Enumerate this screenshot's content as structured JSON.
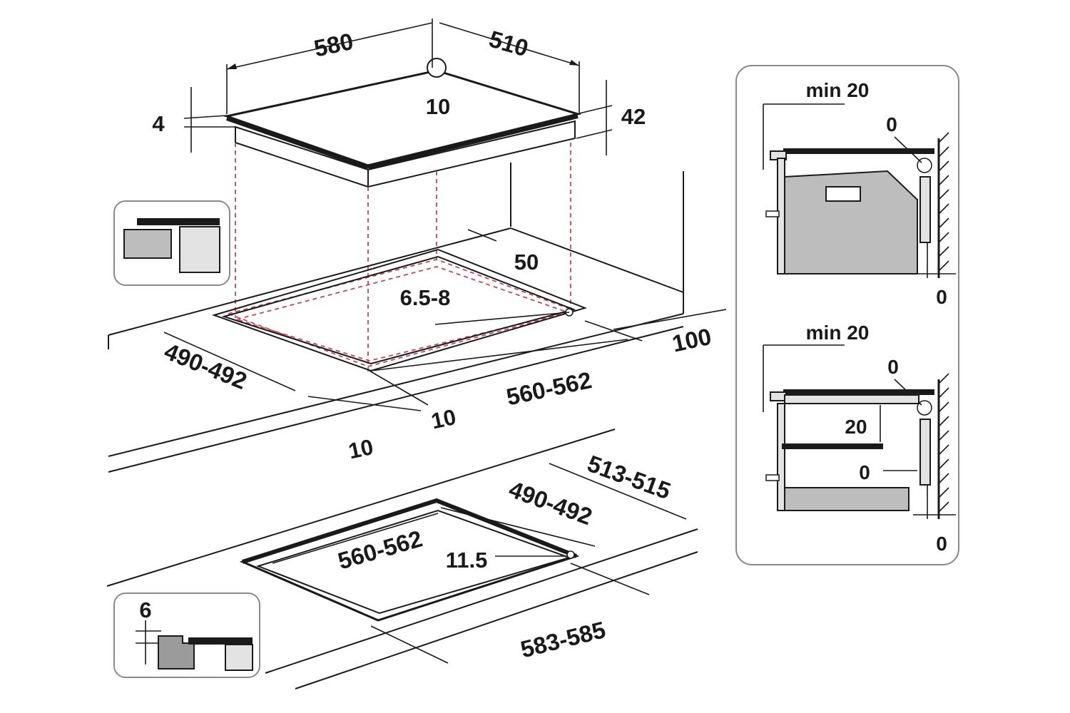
{
  "top_hob": {
    "width": "580",
    "depth": "510",
    "corner_radius": "10",
    "glass_thickness": "4",
    "total_height": "42"
  },
  "cutout": {
    "front_clearance": "50",
    "bracket_size": "6.5-8",
    "depth": "490-492",
    "width": "560-562",
    "rear_clearance": "100",
    "side_margin_right": "10",
    "side_margin_left": "10"
  },
  "flush_cutout": {
    "inner_width": "560-562",
    "inner_depth": "490-492",
    "rebate": "11.5",
    "outer_depth": "513-515",
    "outer_width": "583-585"
  },
  "flush_detail": {
    "recess_depth": "6"
  },
  "side_panel": {
    "top_min_label": "min 20",
    "top_gap": "0",
    "top_bottom_gap": "0",
    "bottom_min_label": "min 20",
    "bottom_gap": "0",
    "bottom_spacer": "20",
    "bottom_side_gap": "0",
    "bottom_bottom_gap": "0"
  }
}
